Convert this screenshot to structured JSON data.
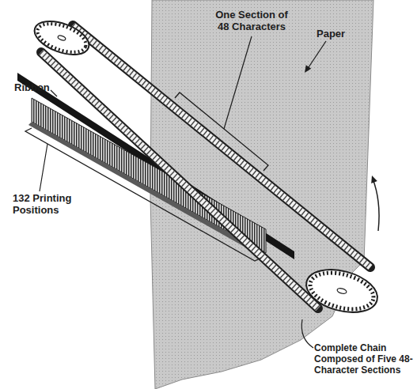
{
  "diagram": {
    "labels": [
      "One Section of 48 Characters",
      "Paper",
      "Ribbon",
      "132 Printing Positions",
      "Complete Chain Composed of Five 48-Character Sections"
    ]
  }
}
